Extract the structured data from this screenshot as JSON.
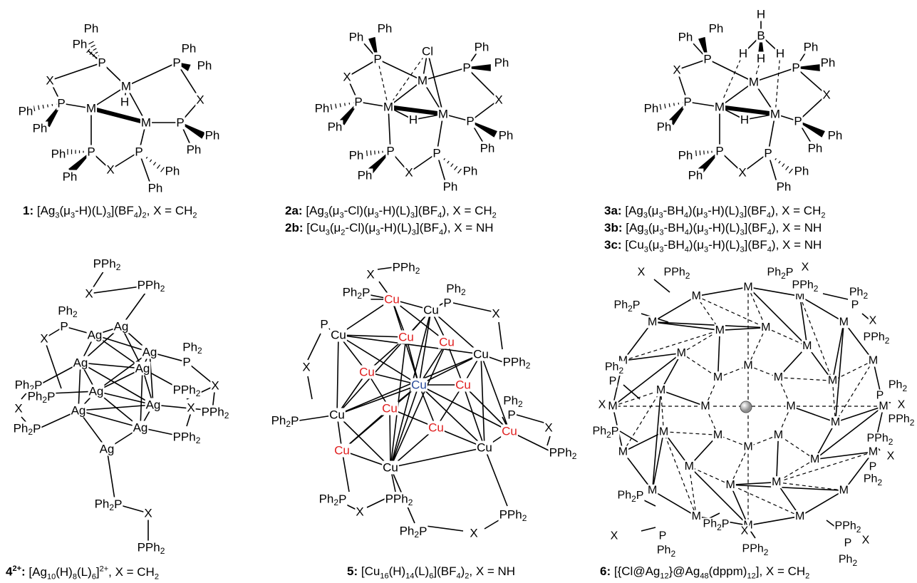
{
  "figure": {
    "element_colors": {
      "default": "#000000",
      "Cu_highlight": "#e02020",
      "Cu_center": "#2a4b9a",
      "Cl_ball": "#8f8f8f"
    },
    "icons": [
      "chloride-sphere-icon"
    ],
    "captions": {
      "c1": {
        "num": "1:",
        "text": "[Ag3(μ3-H)(L)3](BF4)2, X = CH2"
      },
      "c2a": {
        "num": "2a:",
        "text": "[Ag3(μ3-Cl)(μ3-H)(L)3](BF4), X = CH2"
      },
      "c2b": {
        "num": "2b:",
        "text": "[Cu3(μ2-Cl)(μ3-H)(L)3](BF4), X = NH"
      },
      "c3a": {
        "num": "3a:",
        "text": "[Ag3(μ3-BH4)(μ3-H)(L)3](BF4), X = CH2"
      },
      "c3b": {
        "num": "3b:",
        "text": "[Ag3(μ3-BH4)(μ3-H)(L)3](BF4), X = NH"
      },
      "c3c": {
        "num": "3c:",
        "text": "[Cu3(μ3-BH4)(μ3-H)(L)3](BF4), X = NH"
      },
      "c4": {
        "num": "4",
        "sup": "2+",
        "colon": ":",
        "text": "[Ag10(H)8(L)6]2+, X = CH2"
      },
      "c5": {
        "num": "5:",
        "text": "[Cu16(H)14(L)6](BF4)2, X = NH"
      },
      "c6": {
        "num": "6:",
        "text": "[{Cl@Ag12}@Ag48(dppm)12], X = CH2"
      }
    },
    "labels": {
      "Ph": "Ph",
      "Ph2": "Ph2",
      "PPh2": "PPh2",
      "Ph2P": "Ph2P",
      "P": "P",
      "X": "X",
      "M": "M",
      "H": "H",
      "Cl": "Cl",
      "B": "B",
      "Ag": "Ag",
      "Cu": "Cu"
    }
  }
}
